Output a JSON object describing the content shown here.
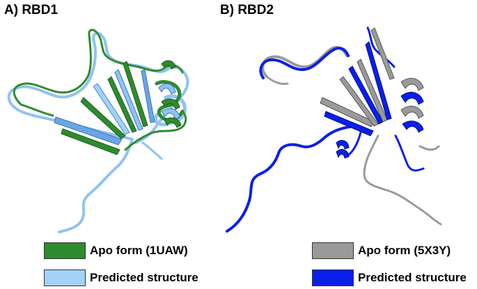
{
  "panel_a": {
    "label": "A) RBD1",
    "legend": [
      {
        "label": "Apo form (1UAW)",
        "color": "#2e8b2e"
      },
      {
        "label": "Predicted structure",
        "color": "#a3d1f7"
      }
    ]
  },
  "panel_b": {
    "label": "B) RBD2",
    "legend": [
      {
        "label": "Apo form (5X3Y)",
        "color": "#9a9a9a"
      },
      {
        "label": "Predicted structure",
        "color": "#0a1fe8"
      }
    ]
  }
}
